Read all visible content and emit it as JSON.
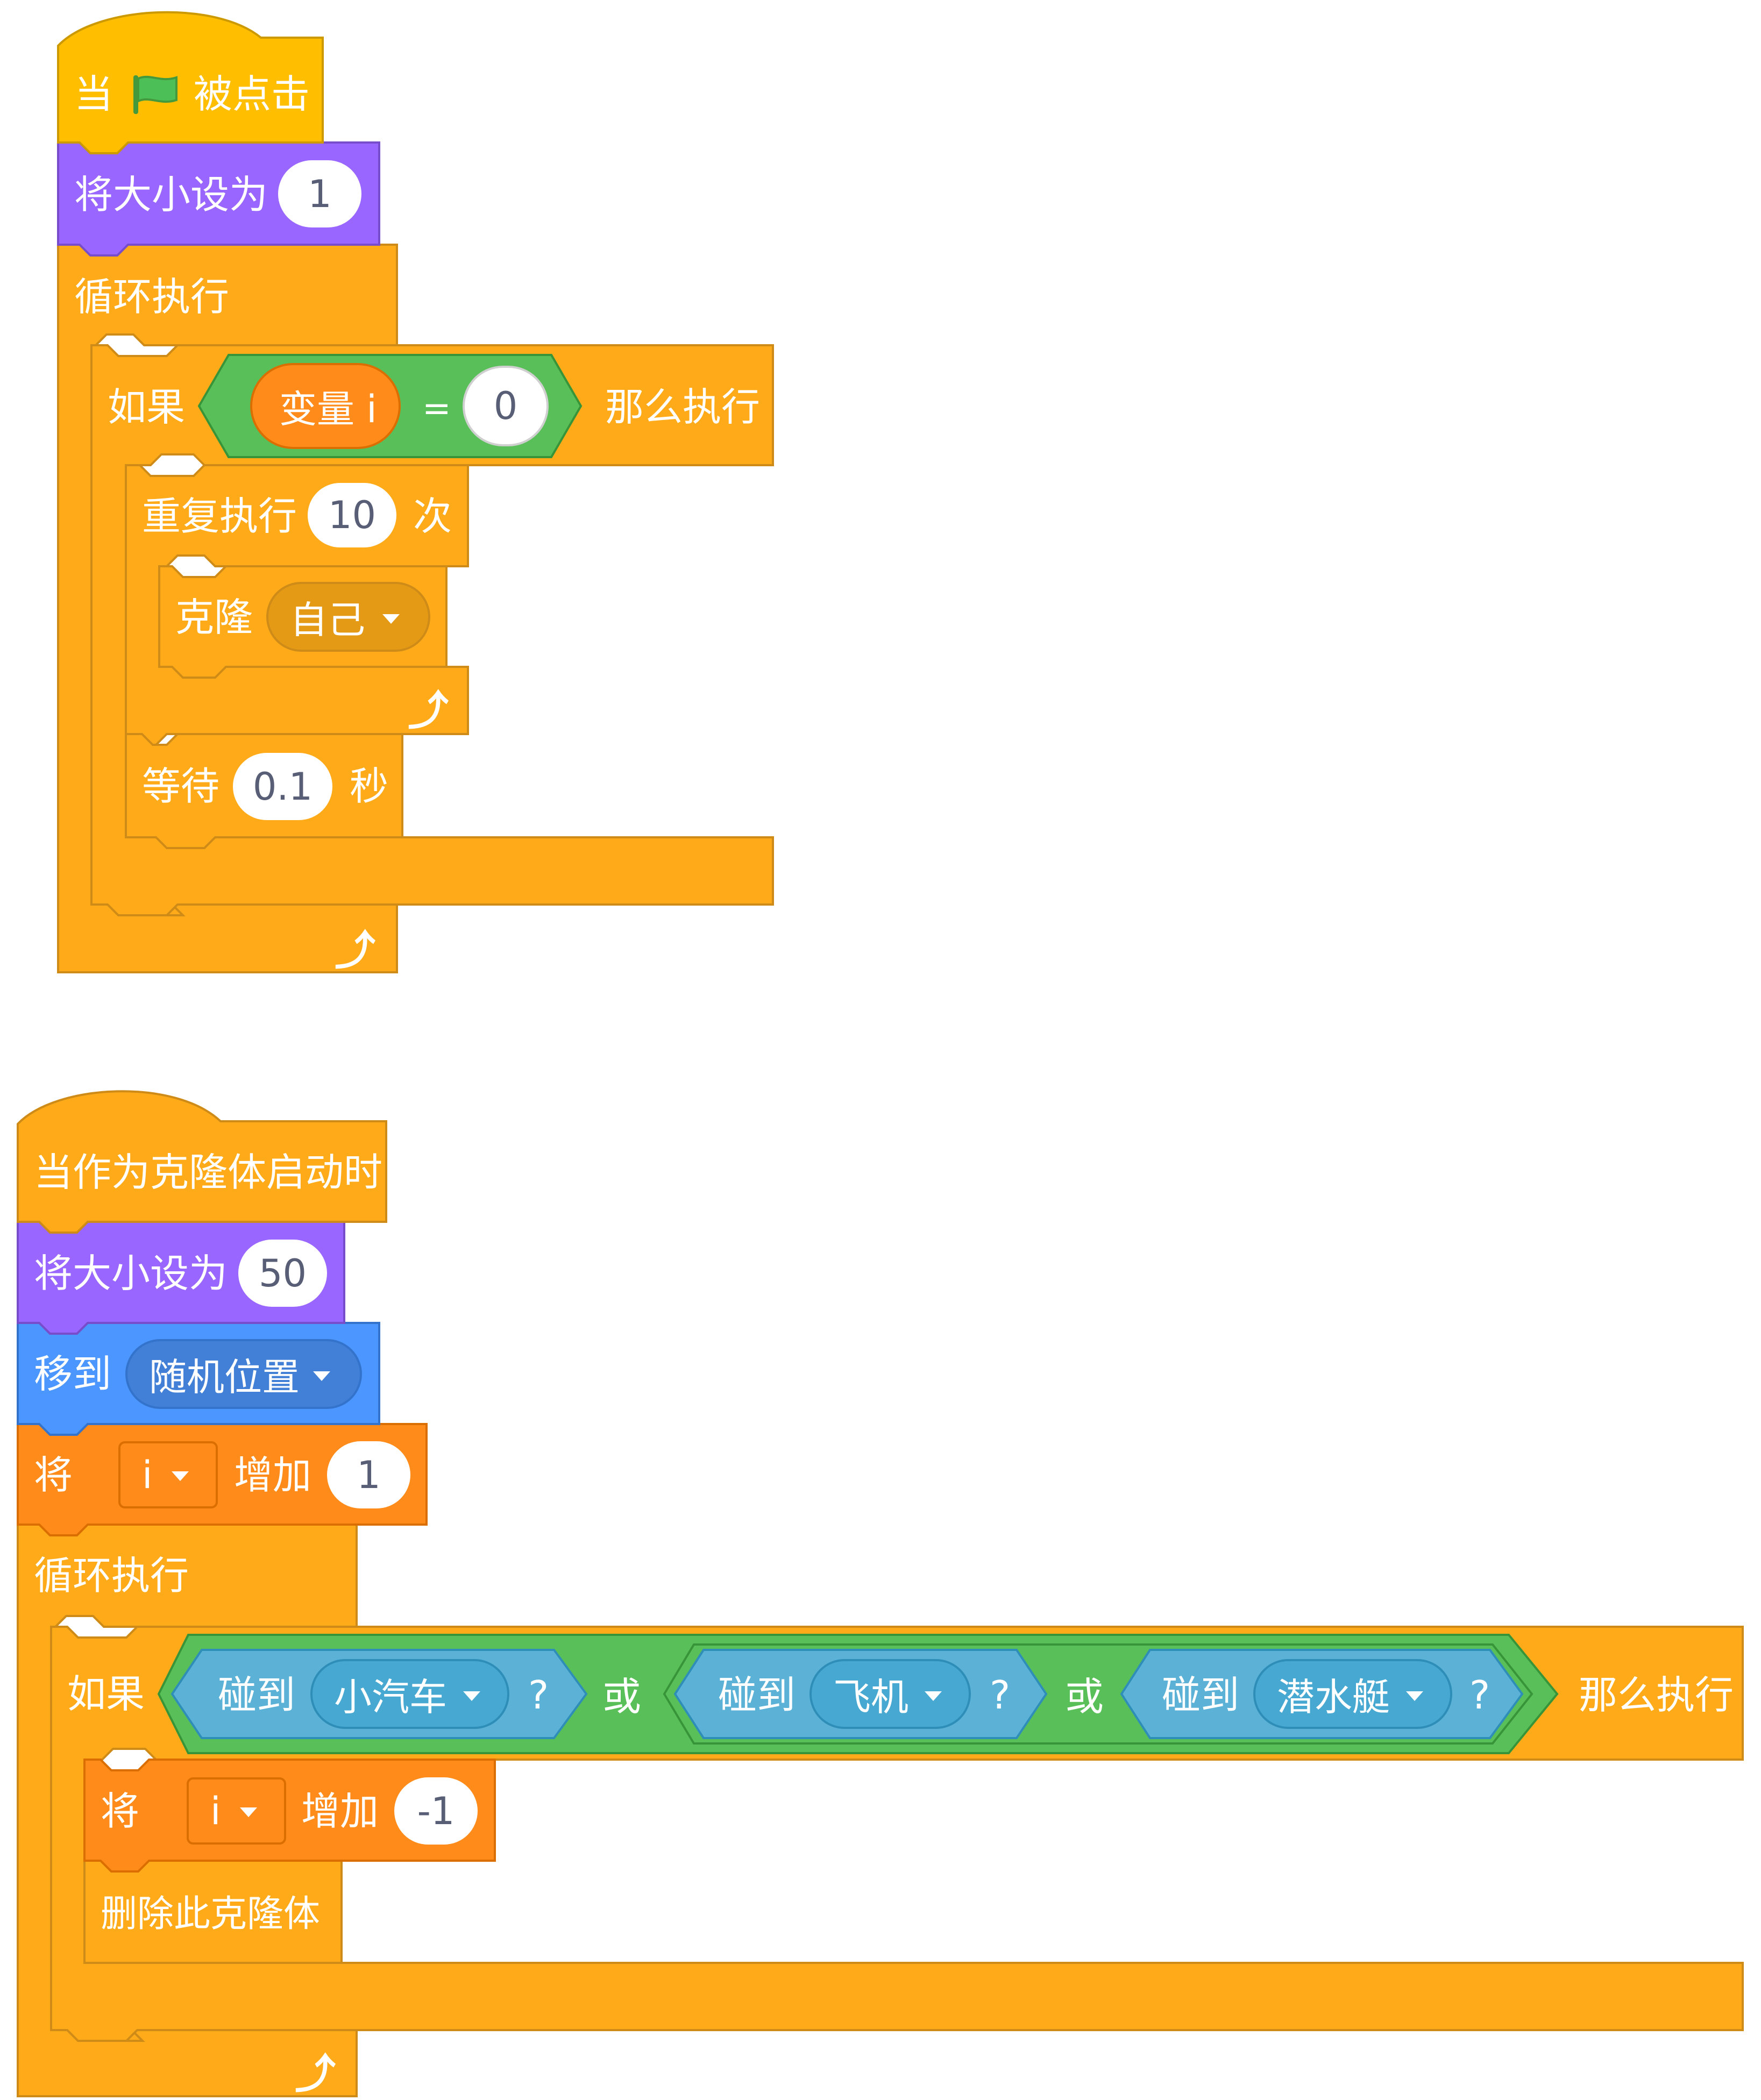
{
  "colors": {
    "events": "#FFBF00",
    "events_edge": "#CC9900",
    "looks": "#9966FF",
    "looks_edge": "#774DCB",
    "motion": "#4C97FF",
    "motion_edge": "#3373CC",
    "motion_menu": "#4280D7",
    "control": "#FFAB19",
    "control_edge": "#CF8B17",
    "control_menu": "#E59A16",
    "variables": "#FF8C1A",
    "variables_edge": "#DB6E00",
    "operators": "#59C059",
    "operators_edge": "#389438",
    "sensing": "#5CB1D6",
    "sensing_edge": "#2E8EB8",
    "sensing_menu": "#47A8D1",
    "flag": "#4CBF56",
    "input_text": "#575E75"
  },
  "script1": {
    "hat_prefix": "当",
    "hat_icon": "green-flag-icon",
    "hat_suffix": "被点击",
    "set_size_label": "将大小设为",
    "set_size_value": "1",
    "forever_label": "循环执行",
    "if_label": "如果",
    "var_reporter": "变量 i",
    "eq_operator": "=",
    "eq_value": "0",
    "then_label": "那么执行",
    "repeat_label": "重复执行",
    "repeat_count": "10",
    "repeat_suffix": "次",
    "clone_label": "克隆",
    "clone_target": "自己",
    "wait_label": "等待",
    "wait_value": "0.1",
    "wait_suffix": "秒",
    "loop_icon": "loop-arrow-icon"
  },
  "script2": {
    "hat_label": "当作为克隆体启动时",
    "set_size_label": "将大小设为",
    "set_size_value": "50",
    "goto_label": "移到",
    "goto_target": "随机位置",
    "change_label": "将",
    "change_var": "i",
    "change_mid": "增加",
    "change_value": "1",
    "forever_label": "循环执行",
    "if_label": "如果",
    "touch_label": "碰到",
    "touch_target_1": "小汽车",
    "touch_target_2": "飞机",
    "touch_target_3": "潜水艇",
    "question": "?",
    "or_label": "或",
    "then_label": "那么执行",
    "change2_label": "将",
    "change2_var": "i",
    "change2_mid": "增加",
    "change2_value": "-1",
    "delete_label": "删除此克隆体"
  }
}
